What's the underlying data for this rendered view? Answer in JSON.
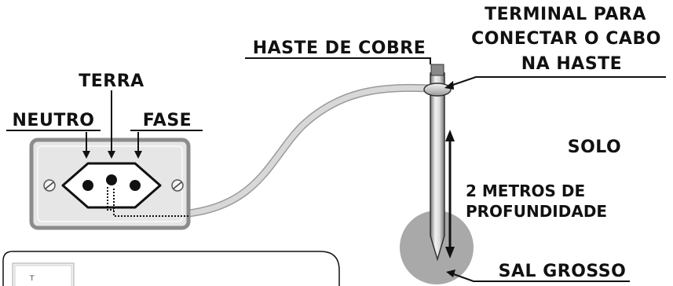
{
  "labels": {
    "terra": "TERRA",
    "neutro": "NEUTRO",
    "fase": "FASE",
    "haste_de_cobre": "HASTE DE COBRE",
    "terminal_line1": "TERMINAL PARA",
    "terminal_line2": "CONECTAR O CABO",
    "terminal_line3": "NA HASTE",
    "solo": "SOLO",
    "profundidade_line1": "2 METROS DE",
    "profundidade_line2": "PROFUNDIDADE",
    "sal_grosso": "SAL GROSSO",
    "inset_letter": "T"
  },
  "colors": {
    "ink": "#111111",
    "plate_fill": "#e6e6e6",
    "plate_stroke": "#8c8c8c",
    "cable": "#cfcfcf",
    "rod_light": "#e8e8e8",
    "rod_dark": "#8a8a8a",
    "salt_circle": "#a9a9a9"
  }
}
